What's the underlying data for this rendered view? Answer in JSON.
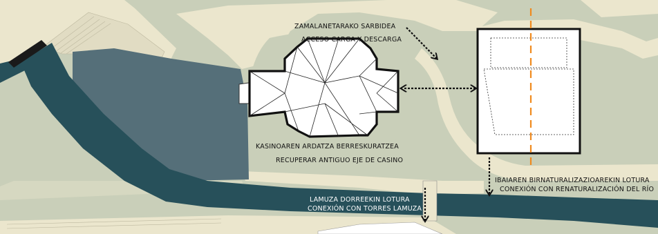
{
  "annotations": {
    "service_access_eu": "ZAMALANETARAKO SARBIDEA",
    "service_access_es": "ACCESO CARGA Y DESCARGA",
    "casino_axis_eu": "KASINOAREN ARDATZA BERRESKURATZEA",
    "casino_axis_es": "RECUPERAR ANTIGUO EJE DE CASINO",
    "towers_link_eu": "LAMUZA DORREEKIN LOTURA",
    "towers_link_es": "CONEXIÓN CON TORRES LAMUZA",
    "river_link_eu": "IBAIAREN BIRNATURALIZAZIOAREKIN LOTURA",
    "river_link_es": "CONEXIÓN CON RENATURALIZACIÓN DEL RÍO"
  },
  "colors": {
    "grass": "#c9cfb9",
    "path": "#ebe6cd",
    "river": "#27505a",
    "pond": "#556f79",
    "axis_orange": "#f08a1e",
    "building_fill": "#ffffff",
    "outline": "#111111"
  }
}
